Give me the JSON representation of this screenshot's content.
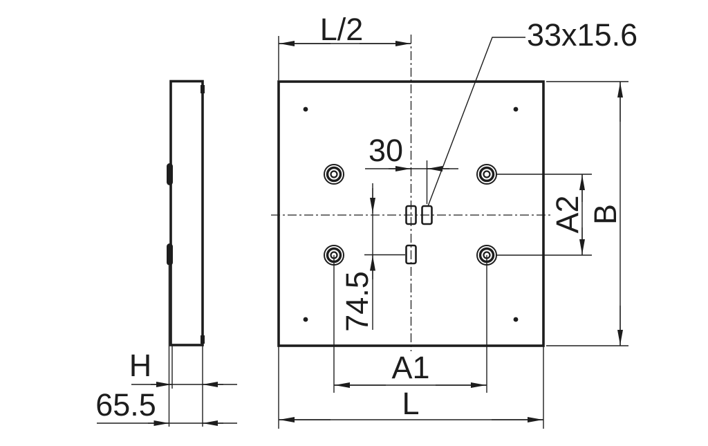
{
  "page": {
    "background": "#ffffff",
    "line_color": "#1d1d1d",
    "kind": "technical drawing, two views of a mounting plate with counterbored holes and slots"
  },
  "labels": {
    "half_length": "L/2",
    "slot_callout": "33x15.6",
    "slot_offset": "30",
    "hole_pitch_vertical": "A2",
    "plate_width": "B",
    "slot_distance": "74.5",
    "hole_pitch_horizontal": "A1",
    "plate_length": "L",
    "plate_thickness": "H",
    "overall_thickness": "65.5"
  }
}
